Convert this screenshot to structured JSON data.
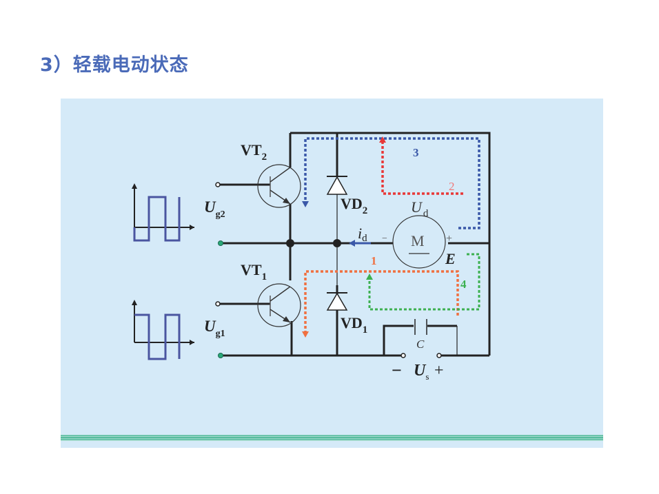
{
  "page": {
    "title": "3）轻载电动状态"
  },
  "colors": {
    "title": "#4a6ab8",
    "panel_bg": "#d5eaf8",
    "wire": "#222222",
    "waveform": "#4a55a0",
    "path1": "#f07040",
    "path2": "#e83838",
    "path3": "#3a58a8",
    "path4": "#3cb050",
    "terminal": "#2aa878"
  },
  "diagram": {
    "transistors": [
      {
        "name": "VT",
        "sub": "2"
      },
      {
        "name": "VT",
        "sub": "1"
      }
    ],
    "diodes": [
      {
        "name": "VD",
        "sub": "2"
      },
      {
        "name": "VD",
        "sub": "1"
      }
    ],
    "gate_signals": [
      {
        "name": "U",
        "sub": "g2"
      },
      {
        "name": "U",
        "sub": "g1"
      }
    ],
    "motor": {
      "label": "M",
      "voltage_label": "U",
      "voltage_sub": "d",
      "emf_label": "E",
      "minus": "−",
      "plus": "+"
    },
    "current": {
      "label": "i",
      "sub": "d"
    },
    "capacitor": {
      "label": "C"
    },
    "supply": {
      "label": "U",
      "sub": "s",
      "minus": "−",
      "plus": "+"
    },
    "paths": [
      {
        "id": "1",
        "label": "1"
      },
      {
        "id": "2",
        "label": "2"
      },
      {
        "id": "3",
        "label": "3"
      },
      {
        "id": "4",
        "label": "4"
      }
    ]
  }
}
